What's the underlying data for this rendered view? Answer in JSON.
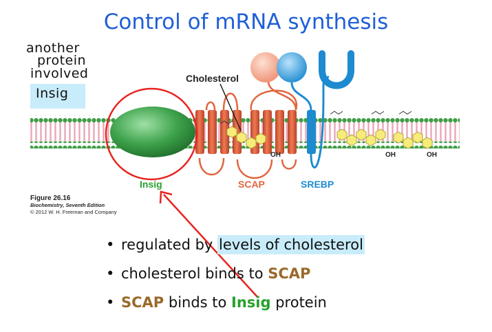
{
  "slide": {
    "title": "Control of mRNA synthesis"
  },
  "annotations": {
    "handwritten_line1": "another",
    "handwritten_line2": "protein",
    "handwritten_line3": "involved",
    "handwritten_insig": "Insig"
  },
  "figure": {
    "label_cholesterol": "Cholesterol",
    "label_insig": "Insig",
    "label_scap": "SCAP",
    "label_srebp": "SREBP",
    "label_oh": "OH",
    "caption_number": "Figure 26.16",
    "caption_book": "Biochemistry, Seventh Edition",
    "caption_copyright": "© 2012 W. H. Freeman and Company"
  },
  "bullets": {
    "b1_pre": "regulated by ",
    "b1_hl": "levels of cholesterol",
    "b2_pre": "cholesterol binds to ",
    "b2_scap": "SCAP",
    "b3_scap": "SCAP",
    "b3_mid": " binds to ",
    "b3_insig": "Insig",
    "b3_post": " protein"
  },
  "colors": {
    "title_blue": "#1f5fd6",
    "insig_green": "#27a12c",
    "scap_brown": "#9a6a2a",
    "scap_red": "#e0663f",
    "srebp_blue": "#1e8bd0",
    "membrane_green": "#3f9e45",
    "membrane_pink": "#e9a7b8",
    "highlight": "#c9ecfb",
    "annotation_red": "#e8231f"
  }
}
